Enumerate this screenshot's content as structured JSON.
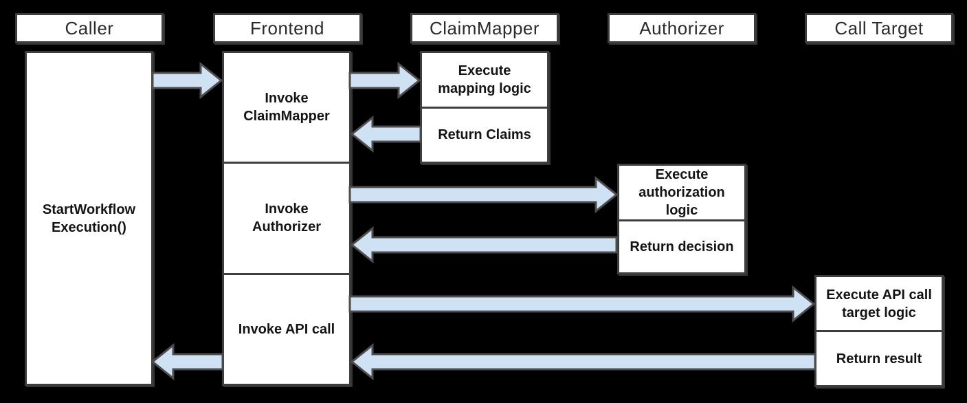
{
  "diagram": {
    "actors": [
      {
        "id": "caller",
        "label": "Caller"
      },
      {
        "id": "frontend",
        "label": "Frontend"
      },
      {
        "id": "claim_mapper",
        "label": "ClaimMapper"
      },
      {
        "id": "authorizer",
        "label": "Authorizer"
      },
      {
        "id": "call_target",
        "label": "Call Target"
      }
    ],
    "caller_activation": {
      "label": "StartWorkflow Execution()"
    },
    "frontend_activation": {
      "steps": [
        {
          "label": "Invoke ClaimMapper"
        },
        {
          "label": "Invoke Authorizer"
        },
        {
          "label": "Invoke API call"
        }
      ]
    },
    "claim_mapper_activation": {
      "steps": [
        {
          "label": "Execute mapping logic"
        },
        {
          "label": "Return Claims"
        }
      ]
    },
    "authorizer_activation": {
      "steps": [
        {
          "label": "Execute authorization logic"
        },
        {
          "label": "Return decision"
        }
      ]
    },
    "call_target_activation": {
      "steps": [
        {
          "label": "Execute API call target logic"
        },
        {
          "label": "Return result"
        }
      ]
    },
    "messages": [
      {
        "from": "caller",
        "to": "frontend",
        "name": "caller-to-frontend"
      },
      {
        "from": "frontend",
        "to": "claim_mapper",
        "name": "frontend-to-claimmapper"
      },
      {
        "from": "claim_mapper",
        "to": "frontend",
        "name": "claimmapper-to-frontend"
      },
      {
        "from": "frontend",
        "to": "authorizer",
        "name": "frontend-to-authorizer"
      },
      {
        "from": "authorizer",
        "to": "frontend",
        "name": "authorizer-to-frontend"
      },
      {
        "from": "frontend",
        "to": "call_target",
        "name": "frontend-to-calltarget"
      },
      {
        "from": "call_target",
        "to": "frontend",
        "name": "calltarget-to-frontend"
      },
      {
        "from": "frontend",
        "to": "caller",
        "name": "frontend-to-caller"
      }
    ],
    "colors": {
      "background": "#000000",
      "box_fill": "#ffffff",
      "box_border": "#3d3d3d",
      "arrow_fill": "#cfe2f3",
      "arrow_border": "#4d4d4d",
      "text": "#141414"
    }
  }
}
